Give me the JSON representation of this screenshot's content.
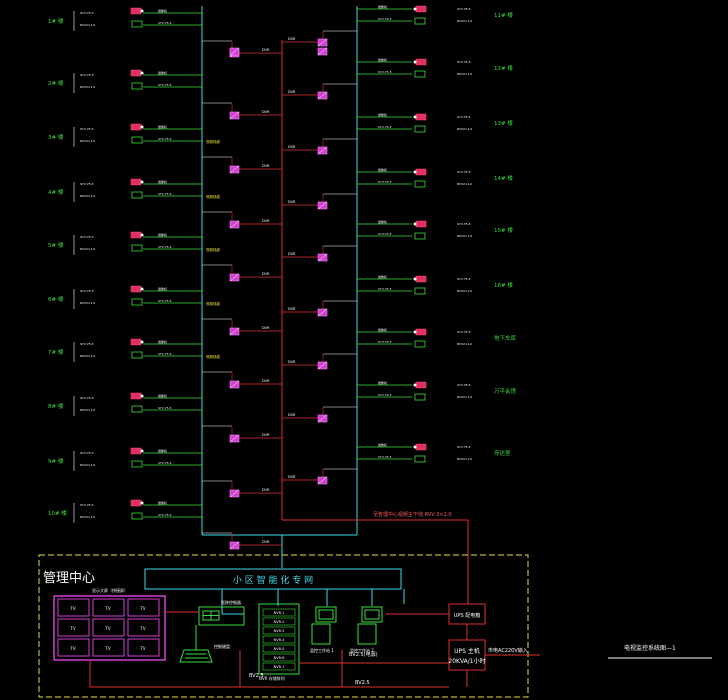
{
  "left_buildings": [
    "1# 楼",
    "2# 楼",
    "3# 楼",
    "4# 楼",
    "5# 楼",
    "6# 楼",
    "7# 楼",
    "8# 楼",
    "9# 楼",
    "10# 楼"
  ],
  "right_buildings": [
    "11# 楼",
    "12# 楼",
    "13# 楼",
    "14# 楼",
    "15# 楼",
    "16# 楼",
    "地下车库",
    "万平会馆",
    "传达室"
  ],
  "dvr_label": "DVR",
  "cable_label": "视频线缆",
  "riser_cable_label": "SYV-75-5",
  "trunk_note": "至管理中心视频主干线 RVV 3×2.0",
  "management_center_label": "管理中心",
  "private_network_label": "小 区 智 能 化 专 网",
  "ups_dist_label": "UPS 配电箱",
  "ups_label": "UPS 主机 20KVA/1小时",
  "power_label": "市电AC220V输入",
  "video_wall_caption": "显示大屏（拼接屏）",
  "rack_caption": "NVR 存储阵列",
  "workstation1_label": "监控工作站 1",
  "workstation2_label": "监控工作站 2",
  "keyboard_label": "控制键盘",
  "matrix_label": "矩阵控制器",
  "bv_label_1": "BV2.5",
  "bv_label_2": "BV2.5",
  "bv_label_3": "BV2.5(电源)",
  "title": "电视监控系统图—1"
}
